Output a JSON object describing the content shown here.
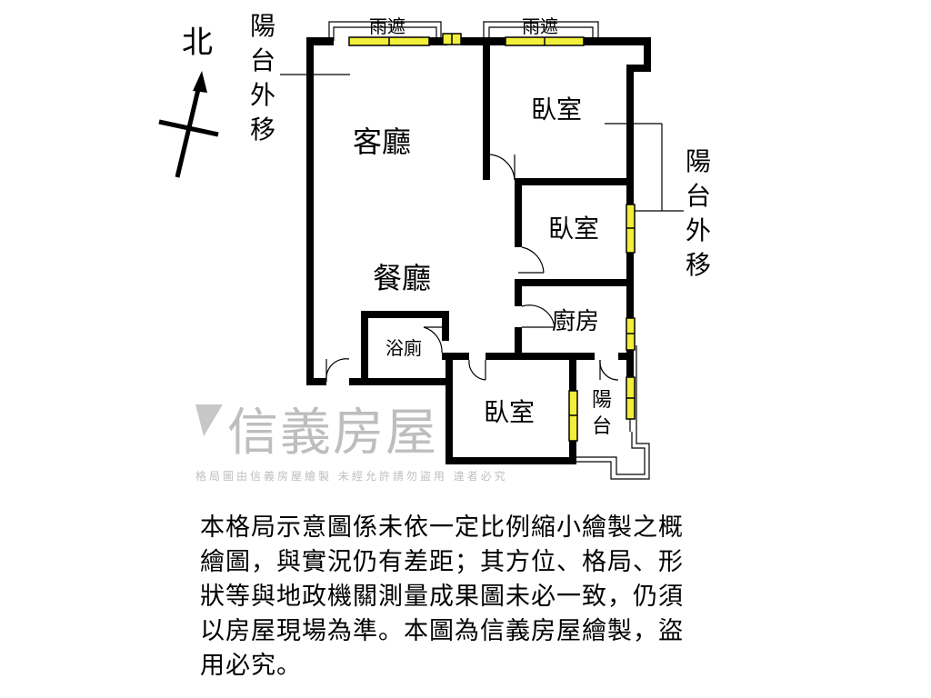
{
  "compass": {
    "north_label": "北"
  },
  "rooms": {
    "living": "客廳",
    "dining": "餐廳",
    "bedroom_top": "臥室",
    "bedroom_middle": "臥室",
    "bedroom_bottom": "臥室",
    "kitchen": "廚房",
    "bathroom": "浴廁",
    "balcony": [
      "陽",
      "台"
    ]
  },
  "annotations": {
    "rain_cover_left": "雨遮",
    "rain_cover_right": "雨遮",
    "balcony_moved_left": [
      "陽",
      "台",
      "外",
      "移"
    ],
    "balcony_moved_right": [
      "陽",
      "台",
      "外",
      "移"
    ]
  },
  "watermark": {
    "brand": "信義房屋",
    "line": "格局圖由信義房屋繪製 未經允許請勿盜用 違者必究"
  },
  "colors": {
    "wall": "#000000",
    "window": "#f2ef3a",
    "watermark": "#9a9a9a"
  },
  "disclaimer": [
    "本格局示意圖係未依一定比例縮小繪製之概",
    "繪圖，與實況仍有差距；其方位、格局、形",
    "狀等與地政機關測量成果圖未必一致，仍須",
    "以房屋現場為準。本圖為信義房屋繪製，盜",
    "用必究。"
  ]
}
